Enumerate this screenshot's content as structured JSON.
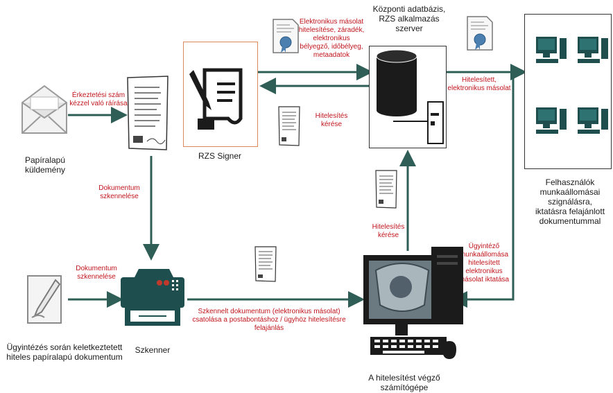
{
  "colors": {
    "arrow": "#2e5e55",
    "icon_teal": "#1f4e4f",
    "label_red": "#c0141c",
    "signer_border": "#d9895a"
  },
  "nodes": {
    "paper_mail": "Papíralapú küldemény",
    "handwritten_doc": "Ügyintézés során keletkeztetett hiteles papíralapú dokumentum",
    "rzs_signer": "RZS Signer",
    "scanner": "Szkenner",
    "workstation": "A hitelesítést végző számítógépe",
    "central_db": "Központi adatbázis, RZS alkalmazás szerver",
    "users": "Felhasználók munkaállomásai szignálásra, iktatásra felajánlott dokumentummal"
  },
  "edges": {
    "arrival_stamp": "Érkeztetési szám kézzel való ráírása",
    "doc_scan_top": "Dokumentum szkennelése",
    "doc_scan_left": "Dokumentum szkennelése",
    "scanned_attach": "Szkennelt dokumentum (elektronikus másolat) csatolása a postabontáshoz / ügyhöz hitelesítésre felajánlás",
    "auth_request_mid": "Hitelesítés kérése",
    "auth_request_right": "Hitelesítés kérése",
    "e_copy_auth": "Elektronikus másolat hitelesítése, záradék, elektronikus bélyegző, időbélyeg, metaadatok",
    "authenticated_copy": "Hitelesített, elektronikus másolat",
    "clerk_filing": "Ügyintéző munkaállomása hitelesített elektronikus másolat iktatása"
  },
  "icons": [
    "envelope-icon",
    "document-icon",
    "pencil-paper-icon",
    "signer-scroll-icon",
    "scanner-icon",
    "computer-icon",
    "database-server-icon",
    "certificate-icon",
    "desktop-pc-icon"
  ]
}
